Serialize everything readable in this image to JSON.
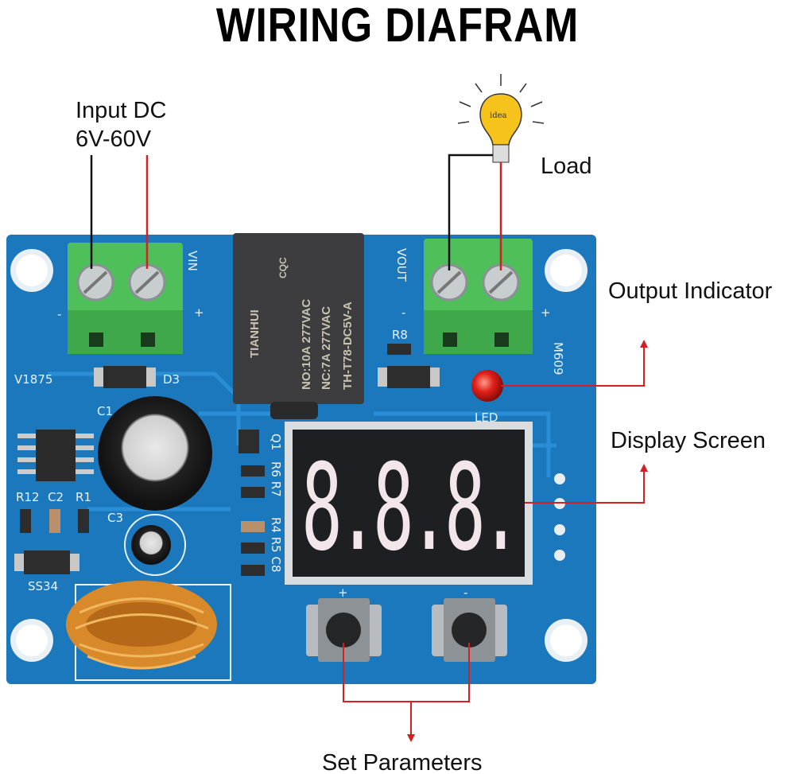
{
  "title": "WIRING DIAFRAM",
  "labels": {
    "input_line1": "Input DC",
    "input_line2": "6V-60V",
    "load": "Load",
    "output_indicator": "Output Indicator",
    "display_screen": "Display Screen",
    "set_parameters": "Set Parameters"
  },
  "bulb_text": "idea",
  "board": {
    "vin": "VIN",
    "vout": "VOUT",
    "minus": "-",
    "plus": "+",
    "model": "M609",
    "version": "V1875",
    "led": "LED",
    "d3": "D3",
    "r8": "R8",
    "c1": "C1",
    "c2": "C2",
    "c3": "C3",
    "r1": "R1",
    "r12": "R12",
    "ss34": "SS34",
    "r7_r6": "R6 R7",
    "q1": "Q1",
    "c8_r5_r4": "R4 R5 C8",
    "btn_plus": "+",
    "btn_minus": "-",
    "relay": {
      "brand": "TIANHUI",
      "cqc": "CQC",
      "rating1": "NO:10A  277VAC",
      "rating2": "NC:7A  277VAC",
      "model": "TH-T78-DC5V-A"
    },
    "display_digits": "8.8.8."
  },
  "colors": {
    "board": "#1b78bd",
    "arrow": "#d42020",
    "terminal": "#4fbf5a",
    "wire_black": "#111111",
    "wire_red": "#d42020"
  }
}
